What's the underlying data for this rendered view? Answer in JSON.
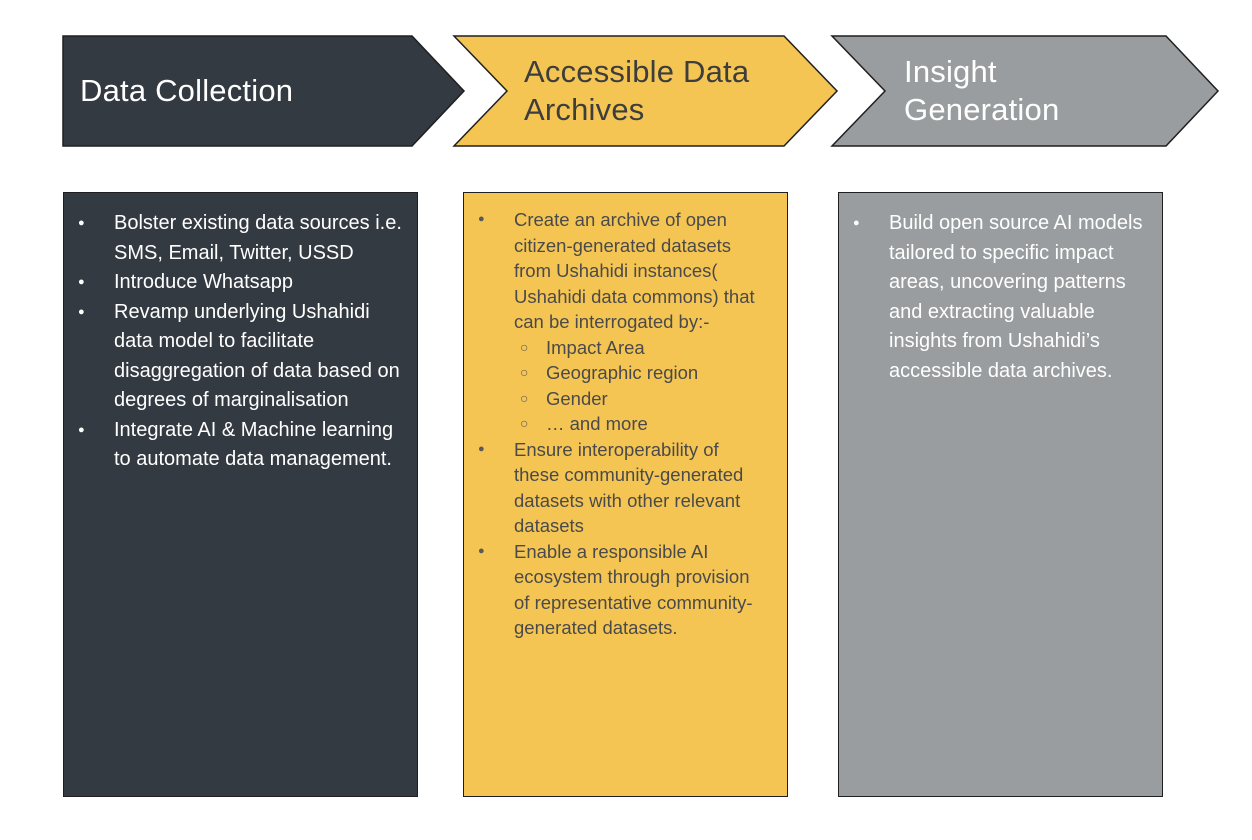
{
  "stages": [
    {
      "title_lines": [
        "Data Collection"
      ],
      "color": "#343a42",
      "text_color": "#ffffff",
      "items": [
        {
          "text": "Bolster existing data sources i.e. SMS, Email, Twitter, USSD"
        },
        {
          "text": "Introduce Whatsapp"
        },
        {
          "text": "Revamp underlying Ushahidi data model to facilitate disaggregation of data based on degrees of marginalisation"
        },
        {
          "text": "Integrate AI & Machine learning to automate data management."
        }
      ]
    },
    {
      "title_lines": [
        "Accessible Data",
        "Archives"
      ],
      "color": "#f5c553",
      "text_color": "#4a4a4a",
      "items": [
        {
          "text": "Create an archive of open citizen-generated datasets from Ushahidi instances( Ushahidi data commons) that can be interrogated by:-"
        },
        {
          "text": "Impact Area",
          "sub": true
        },
        {
          "text": "Geographic region",
          "sub": true
        },
        {
          "text": "Gender",
          "sub": true
        },
        {
          "text": "… and more",
          "sub": true
        },
        {
          "text": "Ensure interoperability of these community-generated datasets with other relevant datasets"
        },
        {
          "text": "Enable a responsible AI ecosystem through provision of representative community-generated datasets."
        }
      ]
    },
    {
      "title_lines": [
        "Insight",
        "Generation"
      ],
      "color": "#9a9d9f",
      "text_color": "#ffffff",
      "items": [
        {
          "text": "Build open source AI models tailored to specific impact areas, uncovering patterns and extracting valuable insights from Ushahidi’s accessible data archives."
        }
      ]
    }
  ]
}
